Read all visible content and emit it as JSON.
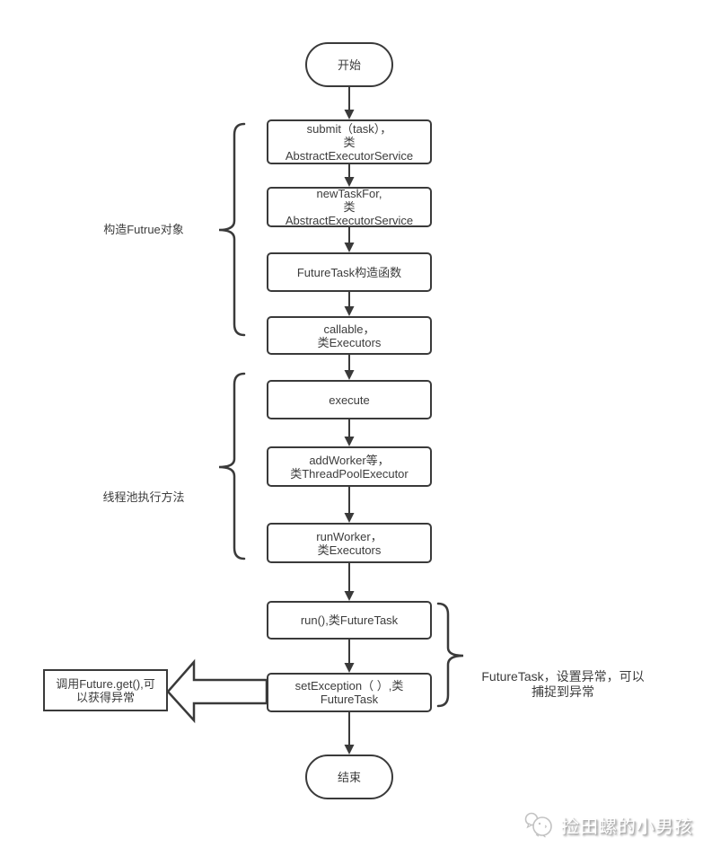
{
  "diagram": {
    "nodes": {
      "start": "开始",
      "submit": "submit（task），\n类\nAbstractExecutorService",
      "new_task_for": "newTaskFor,\n类\nAbstractExecutorService",
      "future_task_ctor": "FutureTask构造函数",
      "callable": "callable，\n类Executors",
      "execute": "execute",
      "add_worker": "addWorker等，\n类ThreadPoolExecutor",
      "run_worker": "runWorker，\n类Executors",
      "run": "run(),类FutureTask",
      "set_exception": "setException（ ）,类\nFutureTask",
      "end": "结束"
    },
    "annotations": {
      "construct_future": "构造Futrue对象",
      "thread_pool_exec": "线程池执行方法",
      "exception_note": "FutureTask，设置异常，可以\n捕捉到异常",
      "get_exception_callout": "调用Future.get(),可\n以获得异常"
    },
    "watermark": "捡田螺的小男孩",
    "colors": {
      "stroke": "#3a3a3a",
      "text": "#3c3c3c",
      "background": "#ffffff"
    }
  }
}
